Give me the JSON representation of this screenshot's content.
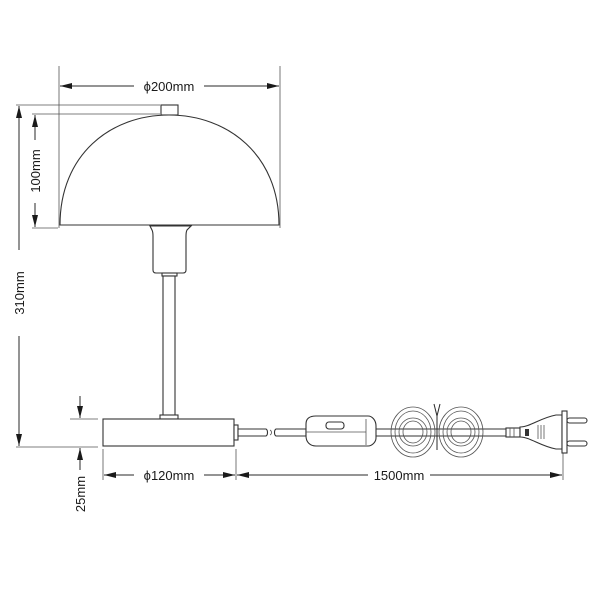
{
  "diagram": {
    "title": "Table lamp dimension drawing",
    "stroke_color": "#333333",
    "background": "#ffffff",
    "dimensions": {
      "shade_diameter": "ϕ200mm",
      "shade_height": "100mm",
      "total_height": "310mm",
      "base_diameter": "ϕ120mm",
      "base_height": "25mm",
      "cable_length": "1500mm"
    },
    "components": [
      {
        "name": "dome-shade"
      },
      {
        "name": "top-cap"
      },
      {
        "name": "socket-holder"
      },
      {
        "name": "stem"
      },
      {
        "name": "round-base"
      },
      {
        "name": "cable"
      },
      {
        "name": "inline-switch"
      },
      {
        "name": "coiled-cable"
      },
      {
        "name": "euro-plug"
      }
    ]
  }
}
